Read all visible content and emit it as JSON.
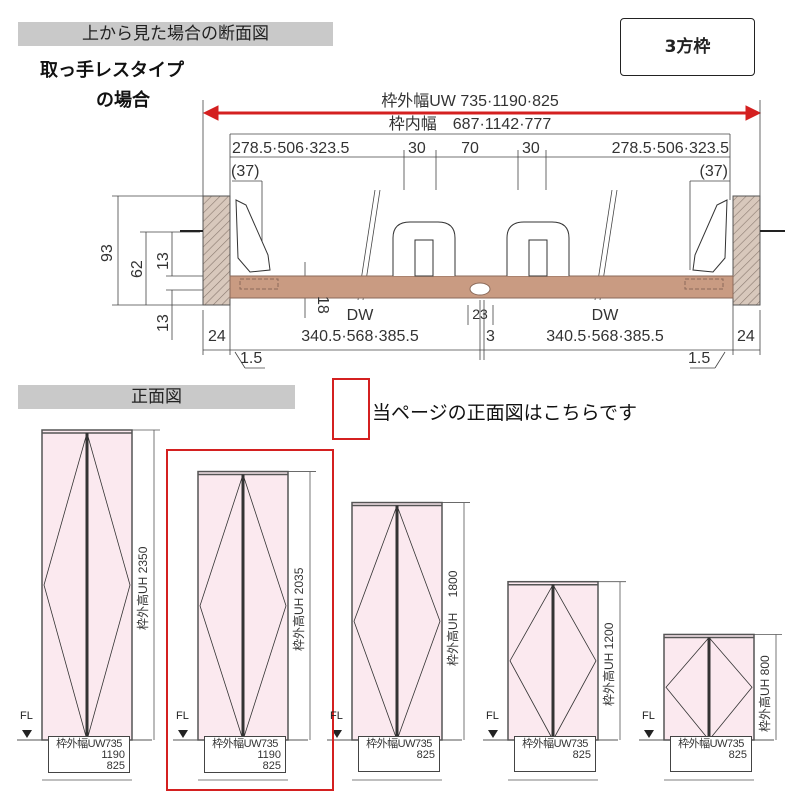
{
  "section": {
    "header": "上から見た場合の断面図",
    "note_line1": "取っ手レスタイプ",
    "note_line2": "の場合",
    "frame_type": "3方枠",
    "dims": {
      "outer_width": "枠外幅UW 735·1190·825",
      "inner_width": "枠内幅　687·1142·777",
      "left_panel": "278.5·506·323.5",
      "gap_left": "30",
      "center": "70",
      "gap_right": "30",
      "right_panel": "278.5·506·323.5",
      "left_offset": "(37)",
      "right_offset": "(37)",
      "h93": "93",
      "h62": "62",
      "h13_top": "13",
      "h13_bottom": "13",
      "thickness": "18",
      "dw_left_label": "DW",
      "dw_left": "340.5·568·385.5",
      "dw_right_label": "DW",
      "dw_right": "340.5·568·385.5",
      "joint": "23",
      "joint_gap": "3",
      "wall_left": "24",
      "wall_right": "24",
      "clear_left": "1.5",
      "clear_right": "1.5"
    },
    "colors": {
      "arrow": "#d42020",
      "panel": "#c99b82",
      "wall": "#d8c8bc"
    }
  },
  "elevation": {
    "header": "正面図",
    "pointer_text": "当ページの正面図はこちらです",
    "floor_label": "FL",
    "selected_index": 1,
    "doors": [
      {
        "height_label": "枠外高UH 2350",
        "uh": 2350,
        "widths": [
          "枠外幅UW735",
          "1190",
          "825"
        ]
      },
      {
        "height_label": "枠外高UH 2035",
        "uh": 2035,
        "widths": [
          "枠外幅UW735",
          "1190",
          "825"
        ]
      },
      {
        "height_label": "枠外高UH　 1800",
        "uh": 1800,
        "widths": [
          "枠外幅UW735",
          "825"
        ]
      },
      {
        "height_label": "枠外高UH 1200",
        "uh": 1200,
        "widths": [
          "枠外幅UW735",
          "825"
        ]
      },
      {
        "height_label": "枠外高UH 800",
        "uh": 800,
        "widths": [
          "枠外幅UW735",
          "825"
        ]
      }
    ],
    "colors": {
      "door_fill": "#fbe9ef",
      "highlight": "#d42020"
    }
  }
}
